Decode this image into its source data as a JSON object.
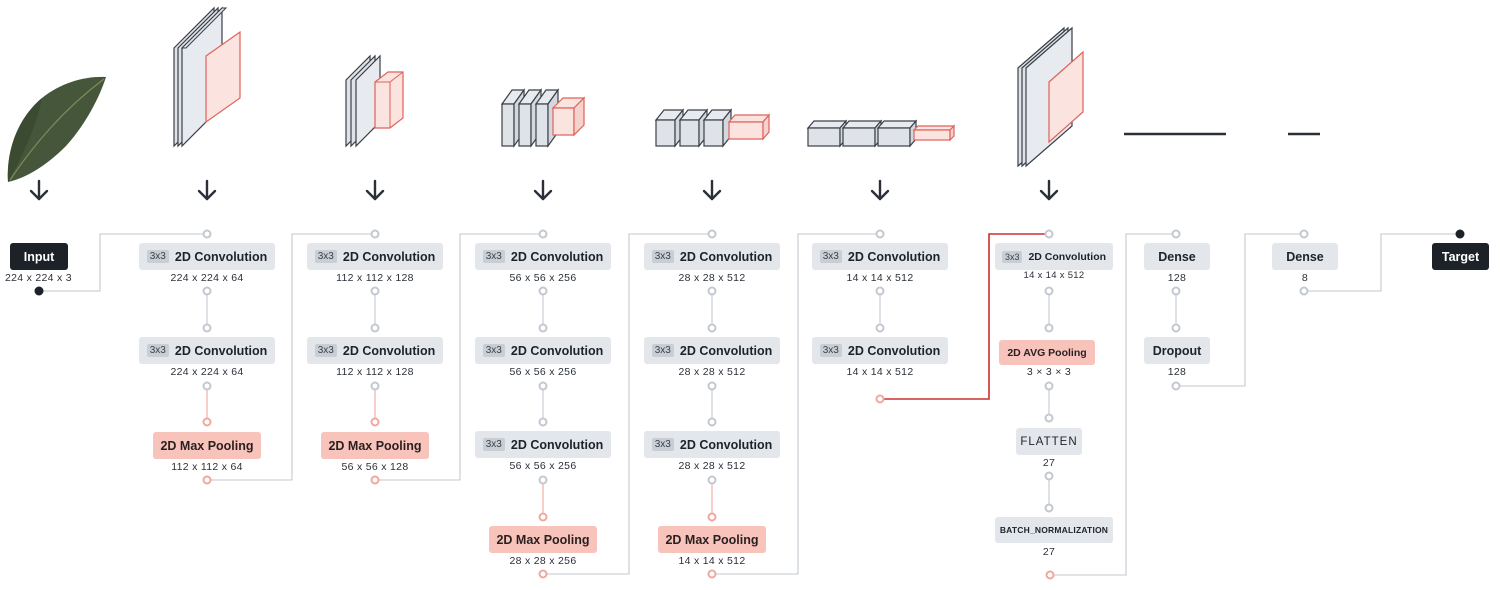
{
  "input": {
    "label": "Input",
    "shape": "224 x 224 x 3",
    "image": "mango-leaf-image"
  },
  "target": {
    "label": "Target"
  },
  "blocks": [
    {
      "layers": [
        {
          "kernel": "3x3",
          "name": "2D Convolution",
          "dim": "224 x 224 x 64",
          "kind": "conv"
        },
        {
          "kernel": "3x3",
          "name": "2D Convolution",
          "dim": "224 x 224 x 64",
          "kind": "conv"
        },
        {
          "name": "2D Max Pooling",
          "dim": "112 x 112 x 64",
          "kind": "pool"
        }
      ]
    },
    {
      "layers": [
        {
          "kernel": "3x3",
          "name": "2D Convolution",
          "dim": "112 x 112 x 128",
          "kind": "conv"
        },
        {
          "kernel": "3x3",
          "name": "2D Convolution",
          "dim": "112 x 112 x 128",
          "kind": "conv"
        },
        {
          "name": "2D Max Pooling",
          "dim": "56 x 56 x 128",
          "kind": "pool"
        }
      ]
    },
    {
      "layers": [
        {
          "kernel": "3x3",
          "name": "2D Convolution",
          "dim": "56 x 56 x 256",
          "kind": "conv"
        },
        {
          "kernel": "3x3",
          "name": "2D Convolution",
          "dim": "56 x 56 x 256",
          "kind": "conv"
        },
        {
          "kernel": "3x3",
          "name": "2D Convolution",
          "dim": "56 x 56 x 256",
          "kind": "conv"
        },
        {
          "name": "2D Max Pooling",
          "dim": "28 x 28 x 256",
          "kind": "pool"
        }
      ]
    },
    {
      "layers": [
        {
          "kernel": "3x3",
          "name": "2D Convolution",
          "dim": "28 x 28 x 512",
          "kind": "conv"
        },
        {
          "kernel": "3x3",
          "name": "2D Convolution",
          "dim": "28 x 28 x 512",
          "kind": "conv"
        },
        {
          "kernel": "3x3",
          "name": "2D Convolution",
          "dim": "28 x 28 x 512",
          "kind": "conv"
        },
        {
          "name": "2D Max Pooling",
          "dim": "14 x 14 x 512",
          "kind": "pool"
        }
      ]
    },
    {
      "layers": [
        {
          "kernel": "3x3",
          "name": "2D Convolution",
          "dim": "14 x 14 x 512",
          "kind": "conv"
        },
        {
          "kernel": "3x3",
          "name": "2D Convolution",
          "dim": "14 x 14 x 512",
          "kind": "conv"
        }
      ]
    },
    {
      "layers": [
        {
          "kernel": "3x3",
          "name": "2D Convolution",
          "dim": "14 x 14 x 512",
          "kind": "conv"
        },
        {
          "name": "2D AVG Pooling",
          "dim": "3 × 3 × 3",
          "kind": "pool"
        },
        {
          "name": "FLATTEN",
          "dim": "27",
          "kind": "flatten"
        },
        {
          "name": "BATCH_NORMALIZATION",
          "dim": "27",
          "kind": "batchnorm"
        }
      ]
    },
    {
      "layers": [
        {
          "name": "Dense",
          "dim": "128",
          "kind": "dense"
        },
        {
          "name": "Dropout",
          "dim": "128",
          "kind": "dense"
        }
      ]
    },
    {
      "layers": [
        {
          "name": "Dense",
          "dim": "8",
          "kind": "dense"
        }
      ]
    }
  ],
  "colors": {
    "connector": "#c3c8cf",
    "pool_connector": "#f0a79d",
    "highlight_wire": "#c9302c",
    "conv_node": "#e3e6ea",
    "pool_node": "#f7c3bb",
    "io_node": "#1c2228",
    "volume_face": "#dfe3e8",
    "volume_edge": "#3a4048",
    "pool_volume_face": "#fbe3df",
    "pool_volume_edge": "#e0625a"
  }
}
